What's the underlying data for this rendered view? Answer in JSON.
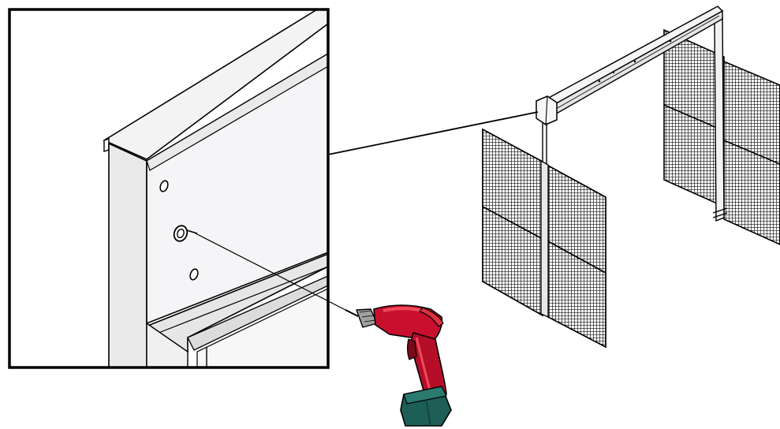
{
  "figure": {
    "description_visible_text": "",
    "parts": {
      "detail_view": "detail-inset",
      "tool": "cordless-drill",
      "assembly": "mesh-panel-gate-with-overhead-track"
    },
    "colors": {
      "background": "#ffffff",
      "line": "#000000",
      "drill_body": "#c8102e",
      "drill_highlight": "#f04a5a",
      "drill_grip": "#8a0c1f",
      "battery": "#1d5e57",
      "battery_dark": "#0f3a35",
      "chuck": "#9a9a9a",
      "track_face": "#f2f2f2",
      "panel_face": "#f4f4f6",
      "flange": "#e6e6e6"
    }
  }
}
